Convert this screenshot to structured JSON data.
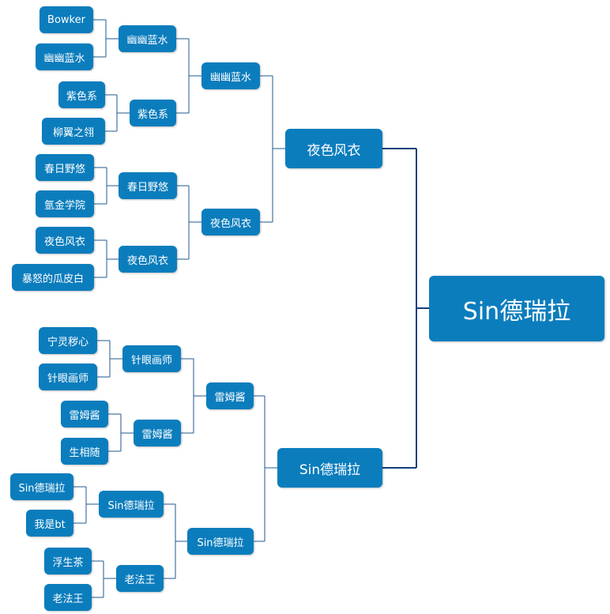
{
  "colors": {
    "node_fill": "#0b7dbd",
    "node_text": "#ffffff",
    "connector": "#1f5a8f",
    "connector_main": "#123f7a",
    "background": "#ffffff"
  },
  "root": "Sin德瑞拉",
  "semifinals": [
    "夜色风衣",
    "Sin德瑞拉"
  ],
  "quarterfinals": [
    "幽幽蓝水",
    "夜色风衣",
    "雷姆酱",
    "Sin德瑞拉"
  ],
  "round_of_16": [
    "幽幽蓝水",
    "紫色系",
    "春日野悠",
    "夜色风衣",
    "针眼画师",
    "雷姆酱",
    "Sin德瑞拉",
    "老法王"
  ],
  "round_of_32": [
    "Bowker",
    "幽幽蓝水",
    "紫色系",
    "柳翼之翎",
    "春日野悠",
    "氩金学院",
    "夜色风衣",
    "暴怒的瓜皮白",
    "宁灵秽心",
    "针眼画师",
    "雷姆酱",
    "生相随",
    "Sin德瑞拉",
    "我是bt",
    "浮生茶",
    "老法王"
  ]
}
